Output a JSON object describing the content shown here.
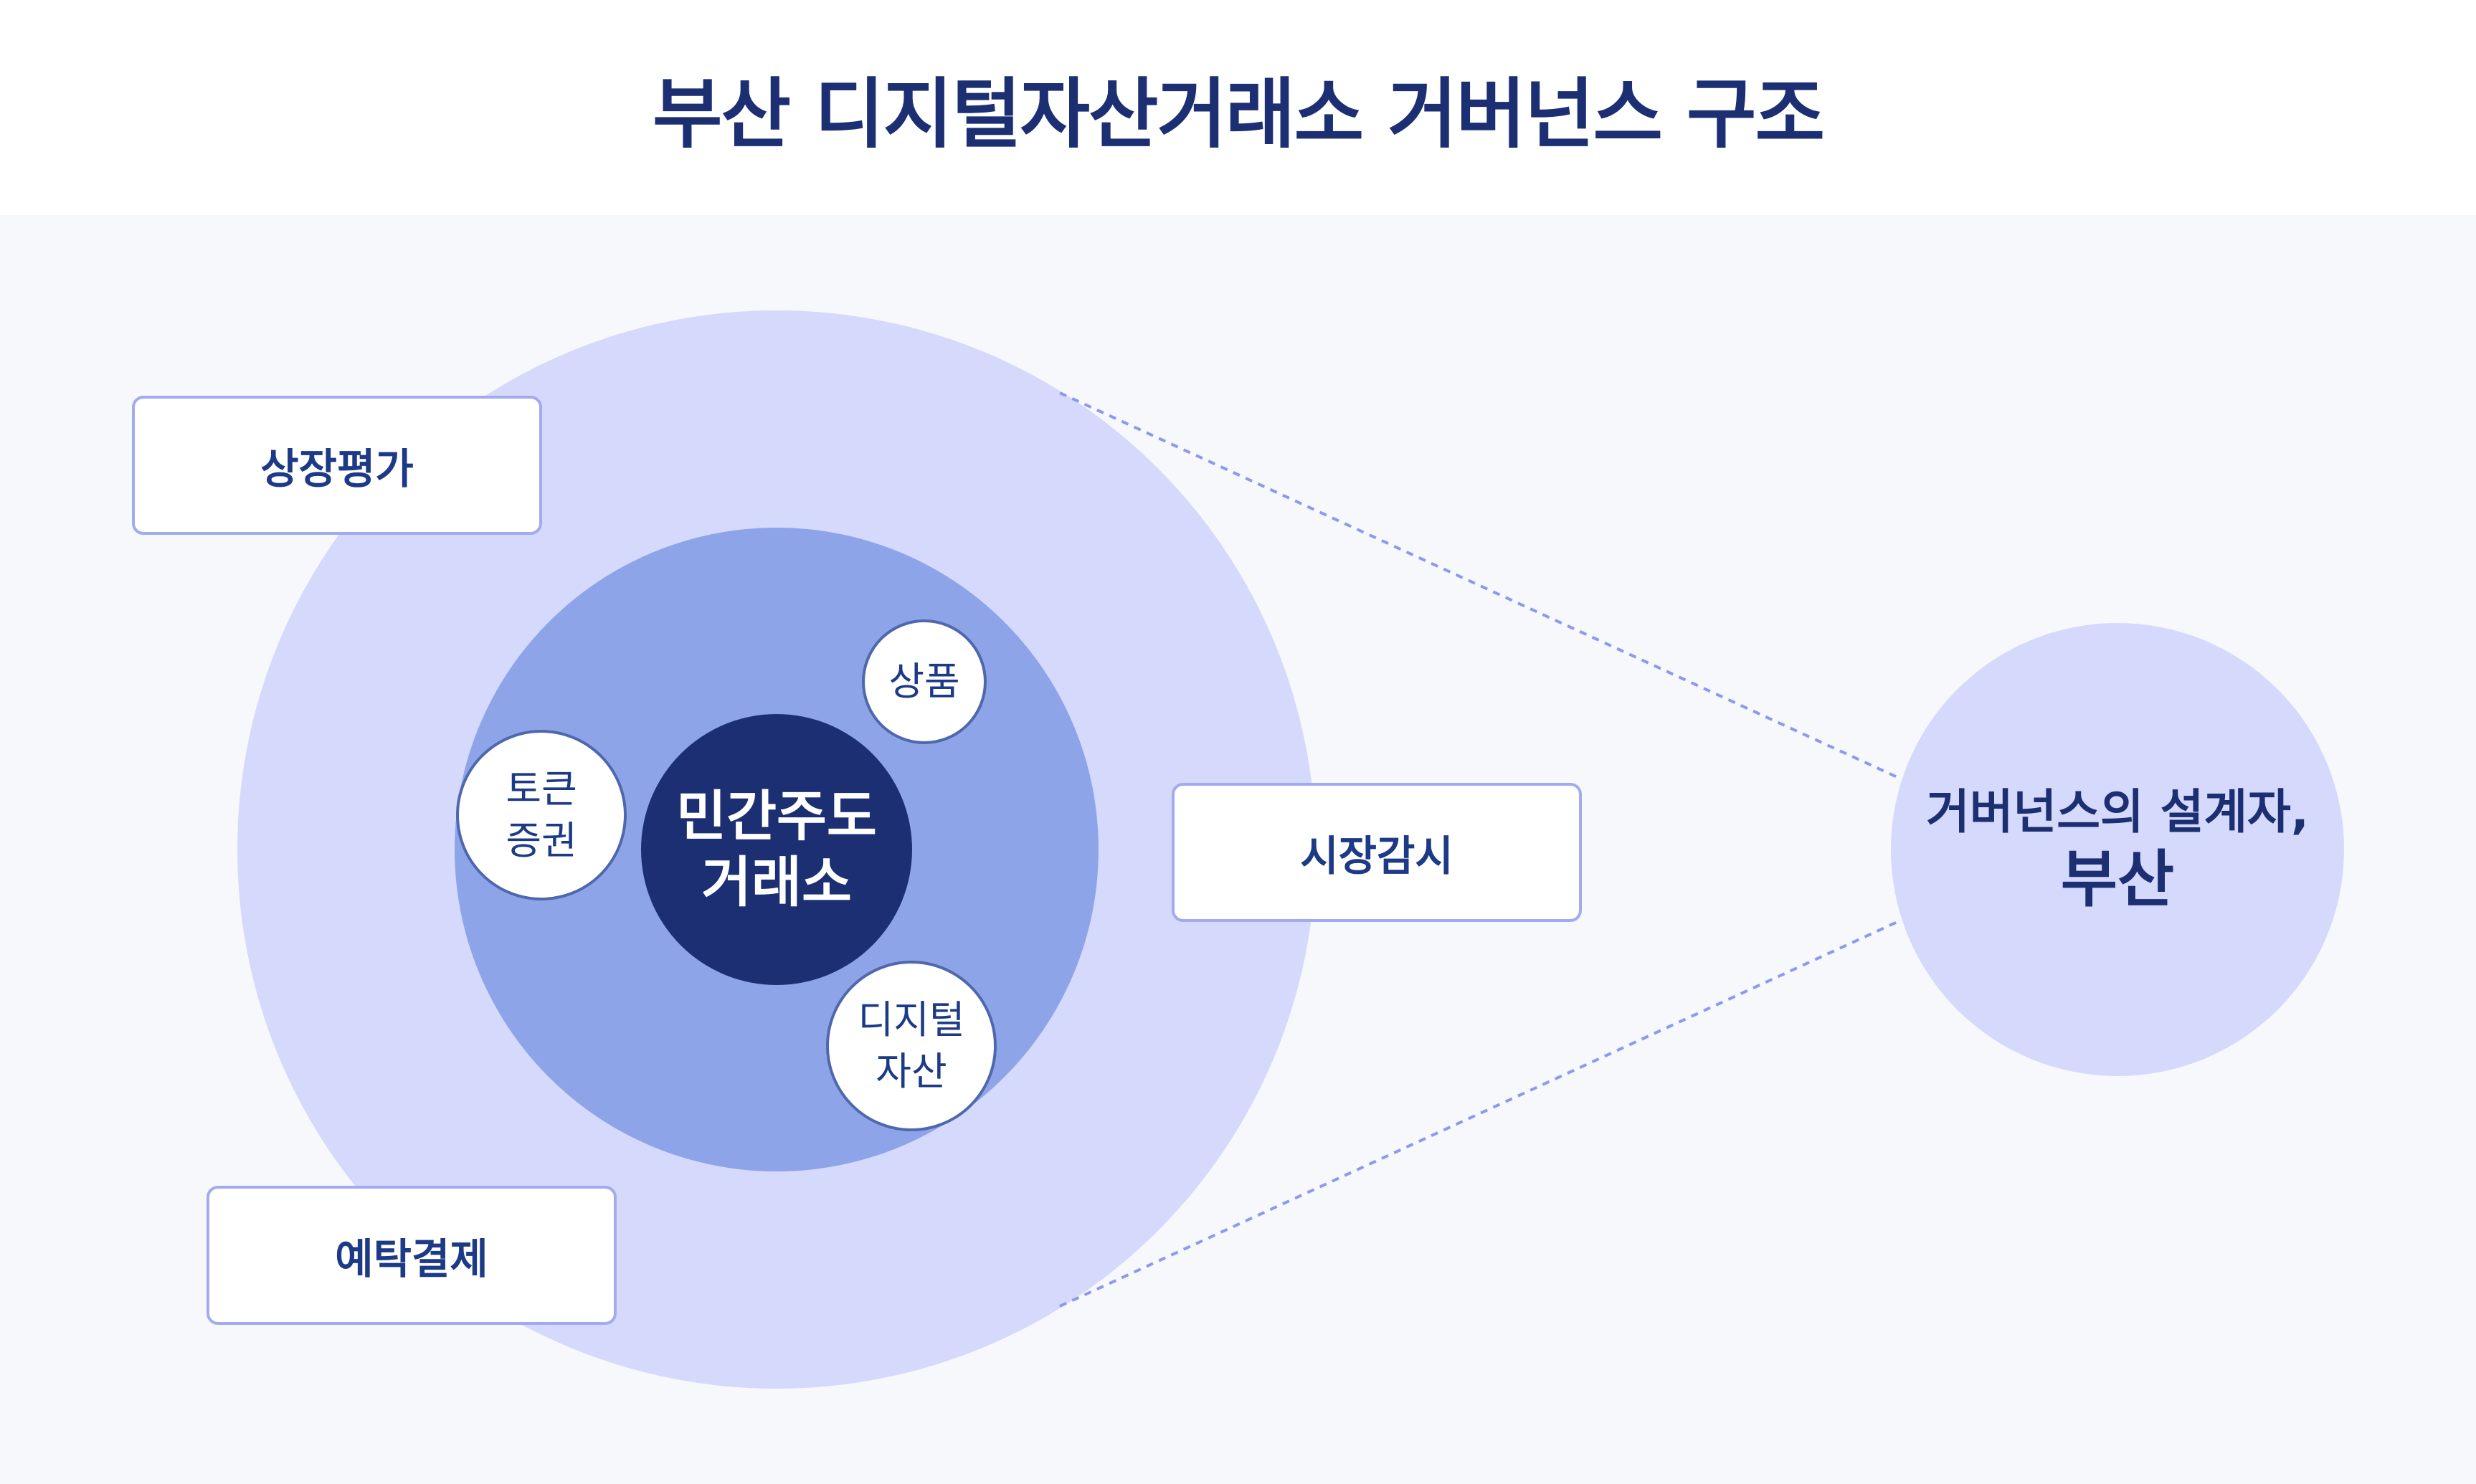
{
  "title": "부산 디지털자산거래소 거버넌스 구조",
  "colors": {
    "title": "#1c2f73",
    "outer_circle": "#d5d9fb",
    "middle_circle": "#8ea4e8",
    "core_circle": "#1c2f73",
    "label_border": "#a2aaf0",
    "label_text": "#1c3a86",
    "background": "#f6f8fc",
    "dashed_line": "#8e98ec"
  },
  "core": {
    "line1": "민간주도",
    "line2": "거래소"
  },
  "inner_items": [
    {
      "line1": "상품",
      "line2": ""
    },
    {
      "line1": "토큰",
      "line2": "증권"
    },
    {
      "line1": "디지털",
      "line2": "자산"
    }
  ],
  "outer_labels": {
    "listing": "상장평가",
    "surveillance": "시장감시",
    "custody": "예탁결제"
  },
  "busan": {
    "line1": "거버넌스의 설계자,",
    "line2": "부산"
  }
}
